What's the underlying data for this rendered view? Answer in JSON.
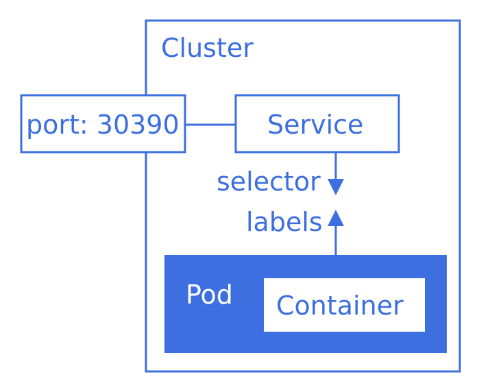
{
  "colors": {
    "line": "#3d6fe0",
    "pod_fill": "#3d6fe0",
    "background": "#ffffff",
    "text_on_dark": "#ffffff"
  },
  "diagram": {
    "cluster_label": "Cluster",
    "port_label": "port: 30390",
    "service_label": "Service",
    "selector_label": "selector",
    "labels_label": "labels",
    "pod_label": "Pod",
    "container_label": "Container"
  }
}
